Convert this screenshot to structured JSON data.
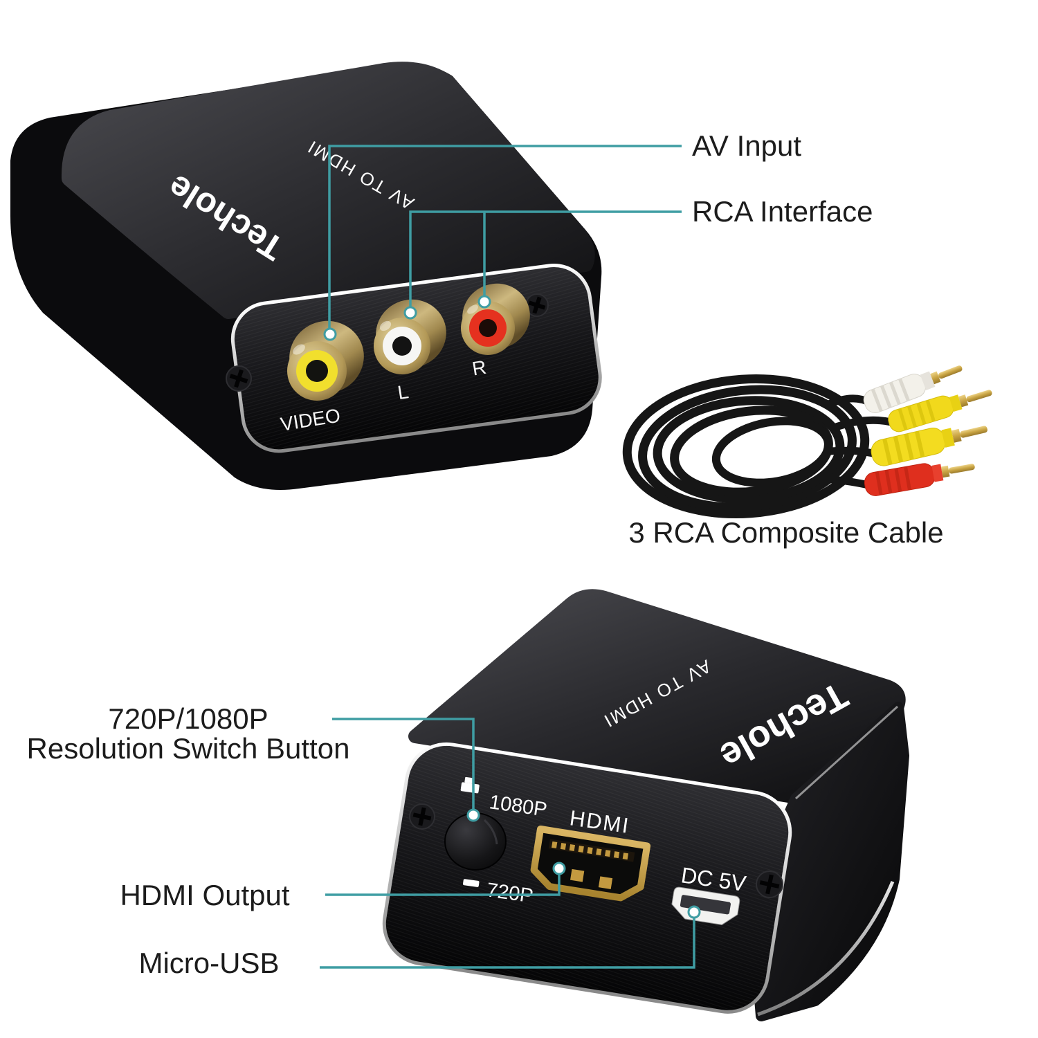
{
  "annotations": {
    "av_input": "AV Input",
    "rca_interface": "RCA Interface",
    "cable_caption": "3 RCA Composite Cable",
    "resolution_switch_line1": "720P/1080P",
    "resolution_switch_line2": "Resolution Switch Button",
    "hdmi_output": "HDMI Output",
    "micro_usb": "Micro-USB"
  },
  "device_top": {
    "brand": "Techole",
    "product_label": "AV TO HDMI",
    "port_labels": {
      "video": "VIDEO",
      "audio_left": "L",
      "audio_right": "R"
    }
  },
  "device_bottom": {
    "brand": "Techole",
    "product_label": "AV TO HDMI",
    "labels": {
      "res_high": "1080P",
      "hdmi": "HDMI",
      "res_low": "720P",
      "power": "DC 5V"
    }
  },
  "colors": {
    "leader_line": "#3f9da3",
    "label_text": "#1c1c1c",
    "device_body": "#141416",
    "silver_rim": "#d9d9d9",
    "jack_brass": "#b59c63",
    "jack_video_ring": "#f2e136",
    "jack_left_ring": "#f5f5f5",
    "jack_right_ring": "#e8301c",
    "hdmi_gold": "#c49a40",
    "cable_black": "#161616",
    "device_text": "#ffffff"
  }
}
